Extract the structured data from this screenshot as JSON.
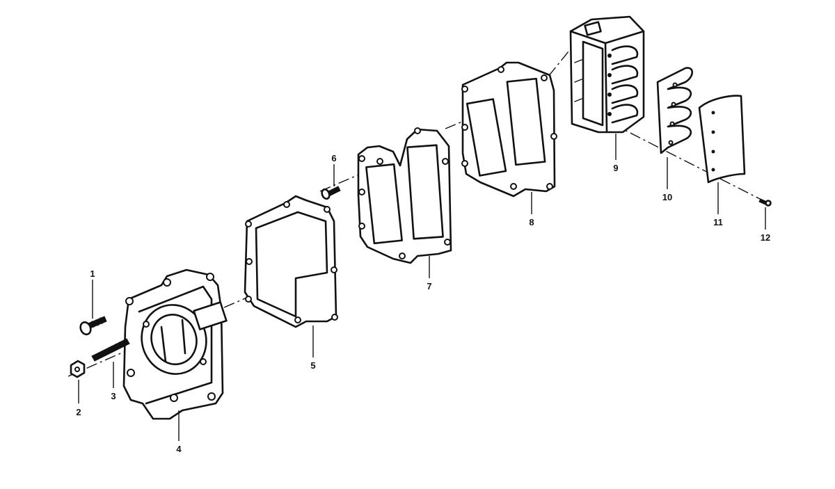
{
  "callouts": [
    "1",
    "2",
    "3",
    "4",
    "5",
    "6",
    "7",
    "8",
    "9",
    "10",
    "11",
    "12"
  ],
  "colors": {
    "ink": "#111111",
    "paper": "#ffffff"
  }
}
